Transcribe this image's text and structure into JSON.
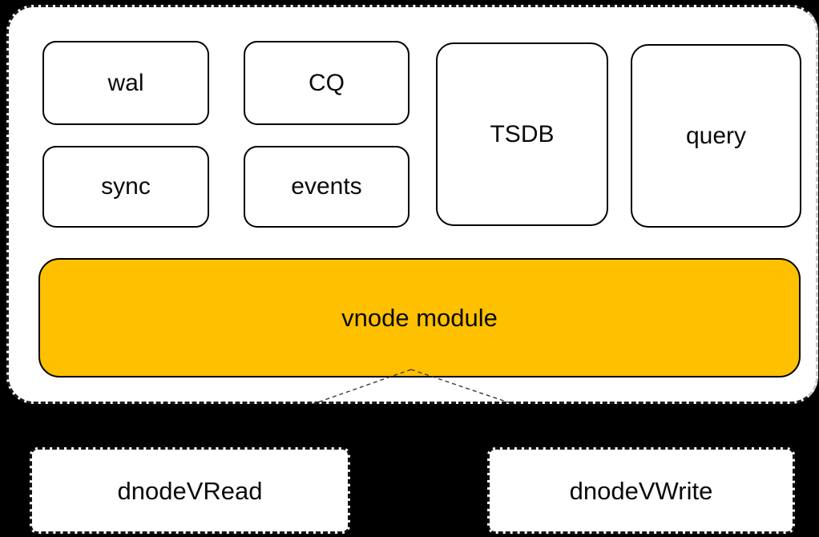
{
  "diagram": {
    "colors": {
      "background": "#000000",
      "container_fill": "#ffffff",
      "container_border": "#1a1a1a",
      "container_right_edge": "#c8c8c8",
      "module_fill": "#ffffff",
      "module_border": "#000000",
      "vnode_fill": "#ffc000",
      "connector": "#3a3a3a"
    },
    "modules": [
      {
        "label": "wal"
      },
      {
        "label": "CQ"
      },
      {
        "label": "sync"
      },
      {
        "label": "events"
      },
      {
        "label": "TSDB"
      },
      {
        "label": "query"
      }
    ],
    "main_module": {
      "label": "vnode module"
    },
    "external_nodes": [
      {
        "label": "dnodeVRead"
      },
      {
        "label": "dnodeVWrite"
      }
    ],
    "connectors": [
      {
        "from": "vnode module",
        "to": "dnodeVRead",
        "style": "dashed"
      },
      {
        "from": "vnode module",
        "to": "dnodeVWrite",
        "style": "dashed"
      }
    ]
  }
}
